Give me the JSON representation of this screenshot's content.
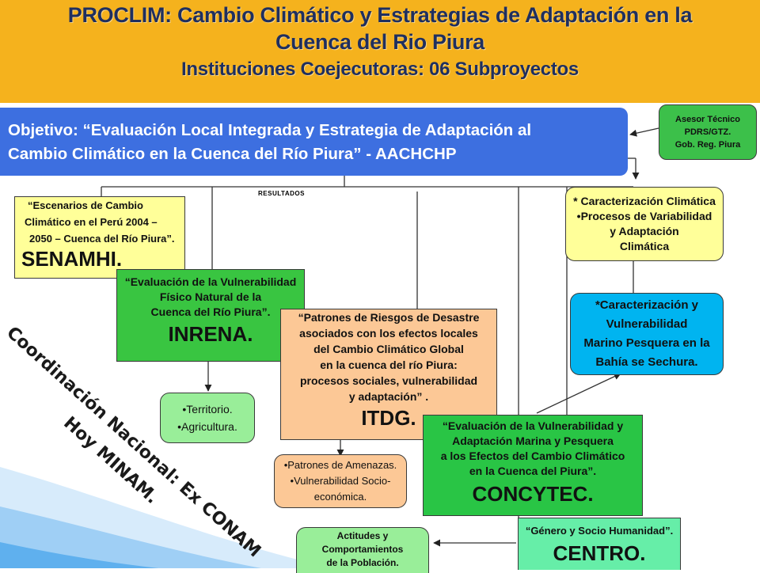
{
  "header": {
    "title_line1": "PROCLIM: Cambio Climático y Estrategias de Adaptación en la",
    "title_line2": "Cuenca del Rio Piura",
    "subtitle": "Instituciones Coejecutoras: 06 Subproyectos"
  },
  "objective": {
    "line1": "Objetivo: “Evaluación Local Integrada y Estrategia de Adaptación al",
    "line2": "Cambio Climático en la Cuenca del Río Piura” - AACHCHP"
  },
  "advisor": {
    "line1": "Asesor Técnico",
    "line2": "PDRS/GTZ.",
    "line3": "Gob. Reg. Piura"
  },
  "results_label": "RESULTADOS",
  "senamhi": {
    "line1": "“Escenarios de Cambio",
    "line2": "Climático en el Perú 2004 –",
    "line3": "2050 – Cuenca del Río Piura”.",
    "org": "SENAMHI."
  },
  "inrena": {
    "line1": "“Evaluación de la Vulnerabilidad",
    "line2": "Físico Natural de la",
    "line3": "Cuenca del Río Piura”.",
    "org": "INRENA."
  },
  "itdg": {
    "line1": "“Patrones de Riesgos de Desastre",
    "line2": "asociados con los efectos locales",
    "line3": "del Cambio Climático Global",
    "line4": "en la cuenca del río Piura:",
    "line5": "procesos sociales, vulnerabilidad",
    "line6": "y adaptación” .",
    "org": "ITDG."
  },
  "climate_char": {
    "line1": "* Caracterización Climática",
    "line2": "•Procesos de Variabilidad",
    "line3": "y Adaptación",
    "line4": "Climática"
  },
  "marine_char": {
    "line1": "*Caracterización y",
    "line2": "Vulnerabilidad",
    "line3": "Marino Pesquera en la",
    "line4": "Bahía se Sechura."
  },
  "territory": {
    "item1": "•Territorio.",
    "item2": "•Agricultura."
  },
  "hazards": {
    "item1": "•Patrones de Amenazas.",
    "item2": "•Vulnerabilidad Socio-",
    "item3": "económica."
  },
  "concytec": {
    "line1": "“Evaluación de la Vulnerabilidad y",
    "line2": "Adaptación Marina y Pesquera",
    "line3": "a los Efectos del Cambio Climático",
    "line4": "en la Cuenca del Piura”.",
    "org": "CONCYTEC."
  },
  "centro": {
    "line1": "“Género y Socio Humanidad”.",
    "org": "CENTRO."
  },
  "attitudes": {
    "line1": "Actitudes y",
    "line2": "Comportamientos",
    "line3": "de la Población."
  },
  "coordination": {
    "line1": "Coordinación Nacional: Ex CONAM",
    "line2": "Hoy MINAM."
  },
  "colors": {
    "header": "#f5b21d",
    "title": "#1f2f5f",
    "objective_blue": "#3d6fe0",
    "advisor_green": "#3cc04a",
    "senamhi_yellow": "#ffff99",
    "inrena_green": "#39c541",
    "itdg_peach": "#fcc896",
    "cyan": "#00b4f0",
    "light_green": "#99ee99",
    "concytec_green": "#29c545",
    "centro_mint": "#66eea8"
  }
}
